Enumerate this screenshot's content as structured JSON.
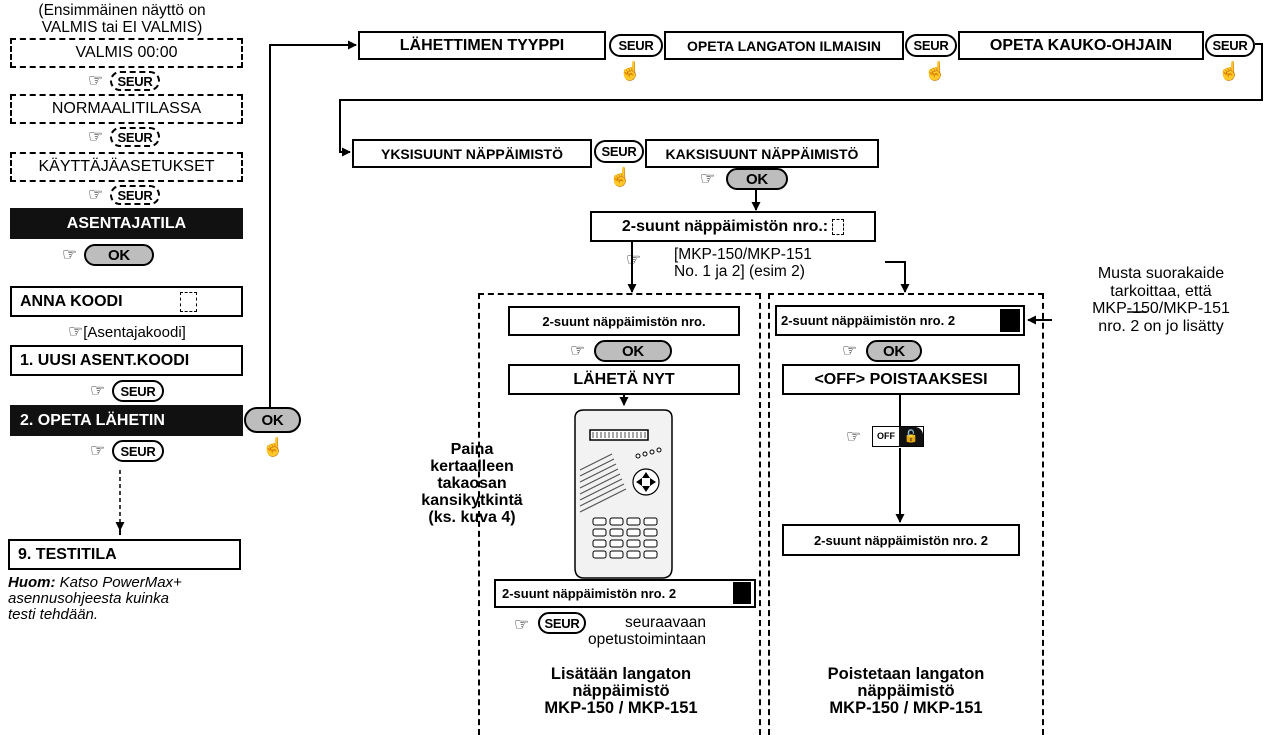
{
  "menu": {
    "first_screen_note": [
      "(Ensimmäinen näyttö on",
      "VALMIS tai EI VALMIS)"
    ],
    "valmis": "VALMIS 00:00",
    "normaali": "NORMAALITILASSA",
    "kayttaja": "KÄYTTÄJÄASETUKSET",
    "asentajatila": "ASENTAJATILA",
    "anna_koodi": "ANNA KOODI",
    "asentajakoodi": "[Asentajakoodi]",
    "uusi_koodi": "1. UUSI ASENT.KOODI",
    "opeta_lahetin": "2. OPETA LÄHETIN",
    "testitila": "9. TESTITILA",
    "note_bold": "Huom:",
    "note_lines": [
      " Katso PowerMax+",
      "asennusohjeesta kuinka",
      "testi tehdään."
    ]
  },
  "buttons": {
    "seur": "SEUR",
    "ok": "OK",
    "off": "OFF"
  },
  "flow_top": {
    "lahettimen_tyyppi": "LÄHETTIMEN TYYPPI",
    "opeta_ilmaisin": "OPETA LANGATON ILMAISIN",
    "opeta_kauko": "OPETA KAUKO-OHJAIN",
    "yksisuunt": "YKSISUUNT NÄPPÄIMISTÖ",
    "kaksisuunt": "KAKSISUUNT NÄPPÄIMISTÖ",
    "kp_nro": "2-suunt näppäimistön nro.:",
    "mkp_choice": [
      "[MKP-150/MKP-151",
      "No. 1 ja 2] (esim 2)"
    ]
  },
  "left_branch": {
    "kp_nro": "2-suunt näppäimistön nro.",
    "laheta_nyt": "LÄHETÄ NYT",
    "paina": [
      "Paina",
      "kertaalleen",
      "takaosan",
      "kansikytkintä",
      "(ks. kuva 4)"
    ],
    "kp_nro2": "2-suunt näppäimistön nro. 2",
    "next_text": [
      "seuraavaan",
      "opetustoimintaan"
    ],
    "caption": [
      "Lisätään langaton",
      "näppäimistö",
      "MKP-150 / MKP-151"
    ]
  },
  "right_branch": {
    "kp_nro2": "2-suunt näppäimistön nro. 2",
    "off_poist": "<OFF> POISTAAKSESI",
    "kp_nro2_b": "2-suunt näppäimistön nro. 2",
    "caption": [
      "Poistetaan langaton",
      "näppäimistö",
      "MKP-150 / MKP-151"
    ]
  },
  "side_note": [
    "Musta suorakaide",
    "tarkoittaa, että",
    "MKP-150/MKP-151",
    "nro. 2 on jo lisätty"
  ],
  "icons": {
    "hand_pointer": "hand-pointing-right-icon",
    "hand_press": "hand-pressing-icon",
    "keypad": "keypad-device-icon",
    "off_lock": "off-unlock-icon"
  }
}
